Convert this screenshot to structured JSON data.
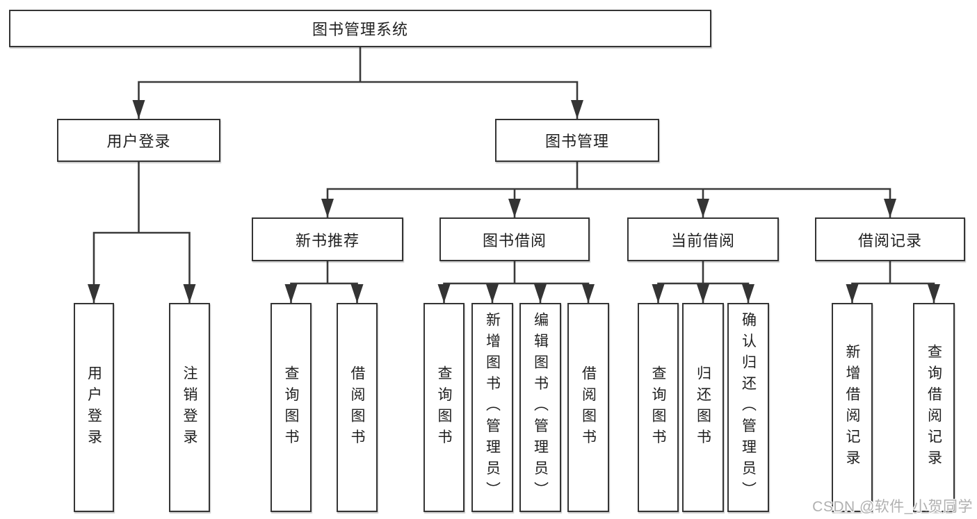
{
  "tree": {
    "label": "图书管理系统",
    "children": [
      {
        "label": "用户登录",
        "children": [
          {
            "label": "用户登录"
          },
          {
            "label": "注销登录"
          }
        ]
      },
      {
        "label": "图书管理",
        "children": [
          {
            "label": "新书推荐",
            "children": [
              {
                "label": "查询图书"
              },
              {
                "label": "借阅图书"
              }
            ]
          },
          {
            "label": "图书借阅",
            "children": [
              {
                "label": "查询图书"
              },
              {
                "label": "新增图书（管理员）"
              },
              {
                "label": "编辑图书（管理员）"
              },
              {
                "label": "借阅图书"
              }
            ]
          },
          {
            "label": "当前借阅",
            "children": [
              {
                "label": "查询图书"
              },
              {
                "label": "归还图书"
              },
              {
                "label": "确认归还（管理员）"
              }
            ]
          },
          {
            "label": "借阅记录",
            "children": [
              {
                "label": "新增借阅记录"
              },
              {
                "label": "查询借阅记录"
              }
            ]
          }
        ]
      }
    ]
  },
  "watermark": {
    "text": "CSDN @软件_小贺同学"
  },
  "colors": {
    "ink": "#3a3a3a",
    "text": "#1f1f1f",
    "watermark": "#b0b0b0",
    "background": "#ffffff"
  }
}
